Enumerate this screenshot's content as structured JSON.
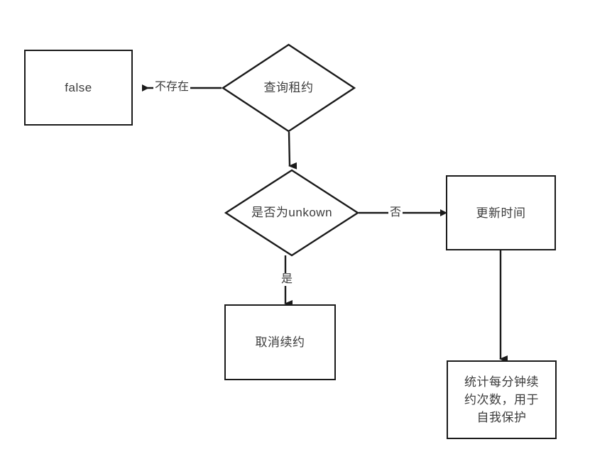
{
  "diagram": {
    "type": "flowchart",
    "background_color": "#ffffff",
    "stroke_color": "#1a1a1a",
    "text_color": "#3c3c3c",
    "nodes": [
      {
        "id": "false",
        "shape": "rectangle",
        "label": "false"
      },
      {
        "id": "query-lease",
        "shape": "diamond",
        "label": "查询租约"
      },
      {
        "id": "is-unkown",
        "shape": "diamond",
        "label": "是否为unkown"
      },
      {
        "id": "update-time",
        "shape": "rectangle",
        "label": "更新时间"
      },
      {
        "id": "cancel-renew",
        "shape": "rectangle",
        "label": "取消续约"
      },
      {
        "id": "stats-protect",
        "shape": "rectangle",
        "label": "统计每分钟续\n约次数，用于\n自我保护"
      }
    ],
    "edges": [
      {
        "id": "query-to-false",
        "from": "query-lease",
        "to": "false",
        "label": "不存在"
      },
      {
        "id": "query-to-unkown",
        "from": "query-lease",
        "to": "is-unkown",
        "label": ""
      },
      {
        "id": "unkown-to-update",
        "from": "is-unkown",
        "to": "update-time",
        "label": "否"
      },
      {
        "id": "unkown-to-cancel",
        "from": "is-unkown",
        "to": "cancel-renew",
        "label": "是"
      },
      {
        "id": "update-to-stats",
        "from": "update-time",
        "to": "stats-protect",
        "label": ""
      }
    ]
  }
}
